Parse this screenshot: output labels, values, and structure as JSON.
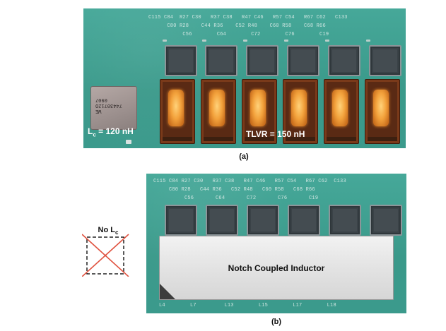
{
  "panel_a": {
    "lc_label": "L",
    "lc_sub": "c",
    "lc_value": " = 120 nH",
    "tlvr_label": "TLVR = 150 nH",
    "caption": "(a)",
    "lc_component_print": "WE\n74430712O\n0907"
  },
  "panel_b": {
    "notch_label": "Notch Coupled Inductor",
    "no_lc_prefix": "No L",
    "no_lc_sub": "c",
    "caption": "(b)"
  },
  "colors": {
    "pcb": "#3f9f91",
    "tlvr_core": "#f3a23c",
    "cross": "#e0523f"
  }
}
